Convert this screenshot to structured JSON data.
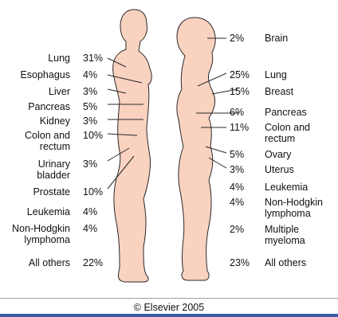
{
  "colors": {
    "skin": "#f9d2c0",
    "outline": "#2a2a2a",
    "footer_bar": "#3b5ca8"
  },
  "male": {
    "rows": [
      {
        "site": "Lung",
        "pct": "31%"
      },
      {
        "site": "Esophagus",
        "pct": "4%"
      },
      {
        "site": "Liver",
        "pct": "3%"
      },
      {
        "site": "Pancreas",
        "pct": "5%"
      },
      {
        "site": "Kidney",
        "pct": "3%"
      },
      {
        "site": "Colon and\nrectum",
        "pct": "10%"
      },
      {
        "site": "Urinary\nbladder",
        "pct": "3%"
      },
      {
        "site": "Prostate",
        "pct": "10%"
      },
      {
        "site": "Leukemia",
        "pct": "4%"
      },
      {
        "site": "Non-Hodgkin\nlymphoma",
        "pct": "4%"
      },
      {
        "site": "All others",
        "pct": "22%"
      }
    ]
  },
  "female": {
    "rows": [
      {
        "site": "Brain",
        "pct": "2%"
      },
      {
        "site": "Lung",
        "pct": "25%"
      },
      {
        "site": "Breast",
        "pct": "15%"
      },
      {
        "site": "Pancreas",
        "pct": "6%"
      },
      {
        "site": "Colon and\nrectum",
        "pct": "11%"
      },
      {
        "site": "Ovary",
        "pct": "5%"
      },
      {
        "site": "Uterus",
        "pct": "3%"
      },
      {
        "site": "Leukemia",
        "pct": "4%"
      },
      {
        "site": "Non-Hodgkin\nlymphoma",
        "pct": "4%"
      },
      {
        "site": "Multiple\nmyeloma",
        "pct": "2%"
      },
      {
        "site": "All others",
        "pct": "23%"
      }
    ]
  },
  "footer": {
    "copyright": "© Elsevier 2005"
  }
}
